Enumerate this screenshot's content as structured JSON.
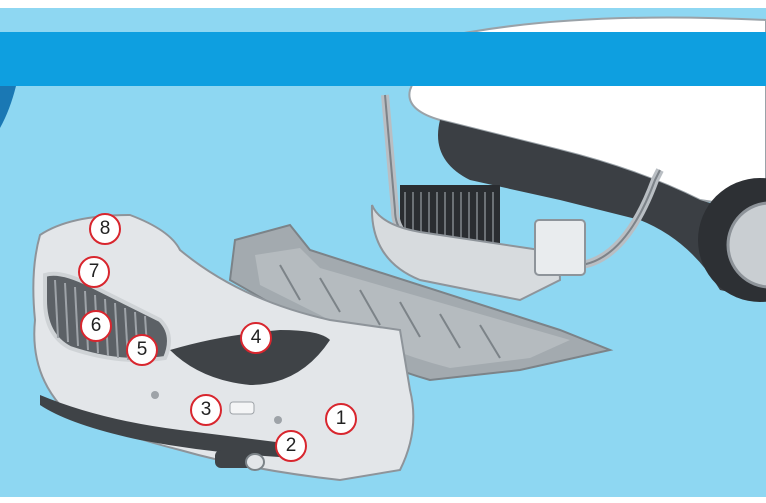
{
  "image": {
    "header_bar_color": "#0e9fe0",
    "background_color": "#8ed7f2",
    "callout_border_color": "#d8262e"
  },
  "callouts": [
    {
      "label": "1"
    },
    {
      "label": "2"
    },
    {
      "label": "3"
    },
    {
      "label": "4"
    },
    {
      "label": "5"
    },
    {
      "label": "6"
    },
    {
      "label": "7"
    },
    {
      "label": "8"
    }
  ]
}
